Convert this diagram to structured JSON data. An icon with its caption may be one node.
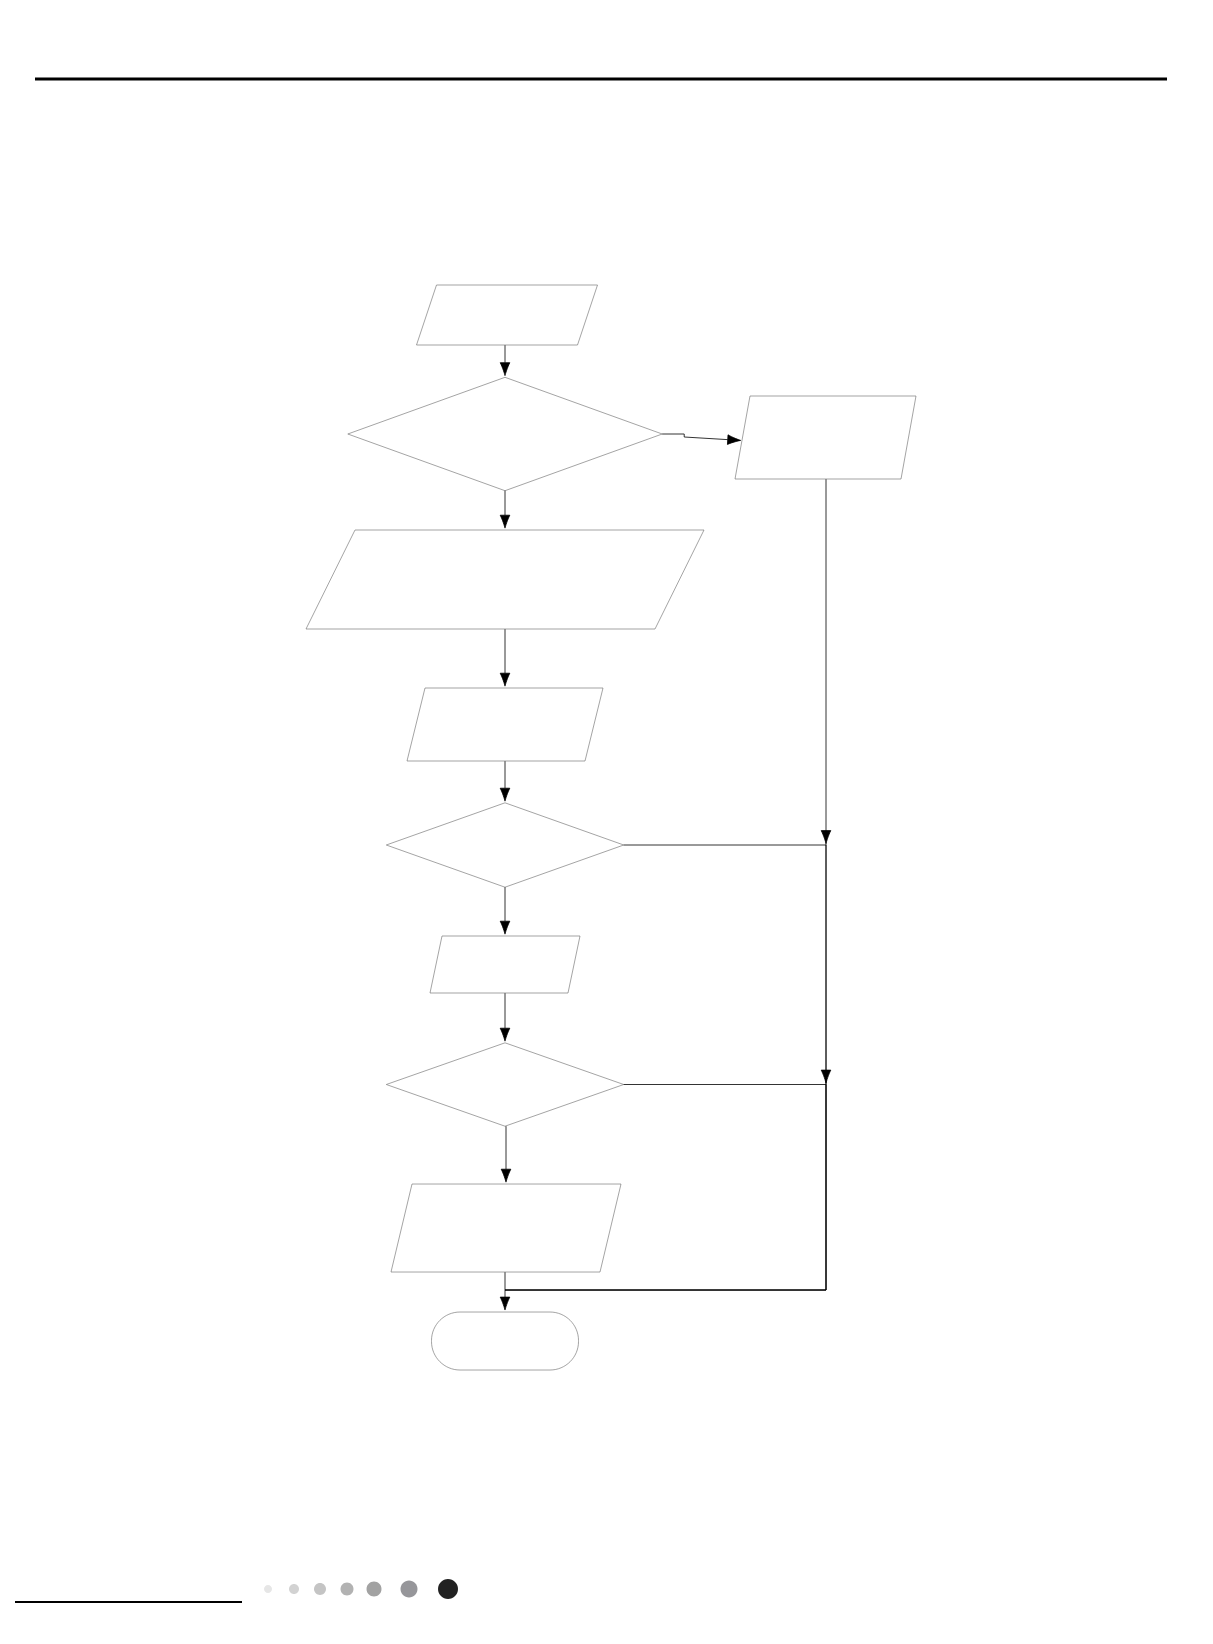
{
  "diagram": {
    "nodes": [
      {
        "text": [],
        "shape": "parallelogram"
      },
      {
        "text": [],
        "shape": "diamond"
      },
      {
        "text": [],
        "shape": "parallelogram"
      },
      {
        "text": [],
        "shape": "parallelogram"
      },
      {
        "text": [],
        "shape": "parallelogram"
      },
      {
        "text": [],
        "shape": "diamond"
      },
      {
        "text": [],
        "shape": "parallelogram"
      },
      {
        "text": [],
        "shape": "diamond"
      },
      {
        "text": [],
        "shape": "parallelogram"
      },
      {
        "text": [],
        "shape": "pill"
      }
    ],
    "edges": [
      {
        "from": 0,
        "to": 1,
        "arrow": "to"
      },
      {
        "from": 1,
        "to": 2,
        "arrow": "to"
      },
      {
        "from": 1,
        "to": 3,
        "arrow": "to"
      },
      {
        "from": 3,
        "to": 4,
        "arrow": "to"
      },
      {
        "from": 4,
        "to": 5,
        "arrow": "to"
      },
      {
        "from": 5,
        "to": 6,
        "arrow": "to"
      },
      {
        "from": 5,
        "to": 9,
        "arrow": "to"
      },
      {
        "from": 6,
        "to": 7,
        "arrow": "to"
      },
      {
        "from": 7,
        "to": 8,
        "arrow": "to"
      },
      {
        "from": 7,
        "to": 9,
        "arrow": "to"
      },
      {
        "from": 8,
        "to": 9,
        "arrow": "to"
      },
      {
        "from": 2,
        "to": 9,
        "arrow": "to"
      }
    ]
  }
}
